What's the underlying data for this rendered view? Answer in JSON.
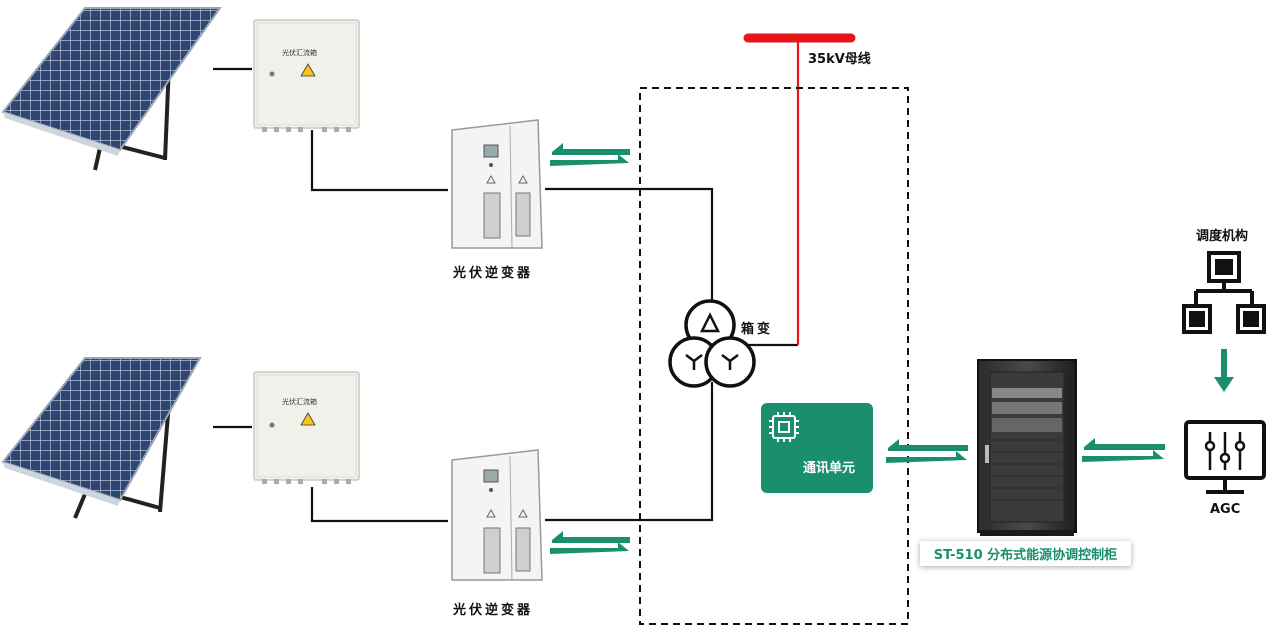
{
  "colors": {
    "accent_green": "#1a8f6e",
    "bus_red": "#e8141a",
    "panel_blue": "#2f4672",
    "wire_black": "#111111"
  },
  "labels": {
    "bus": "35kV母线",
    "combiner_box": "光伏汇流箱",
    "inverter": "光伏逆变器",
    "transformer": "箱变",
    "comm_unit": "通讯单元",
    "cabinet": "ST-510 分布式能源协调控制柜",
    "dispatch": "调度机构",
    "agc": "AGC"
  },
  "icons": [
    "solar-panel-icon",
    "warning-icon",
    "inverter-cabinet-icon",
    "transformer-icon",
    "chip-icon",
    "org-chart-icon",
    "monitor-sliders-icon",
    "bidirectional-arrow-icon",
    "down-arrow-icon"
  ]
}
